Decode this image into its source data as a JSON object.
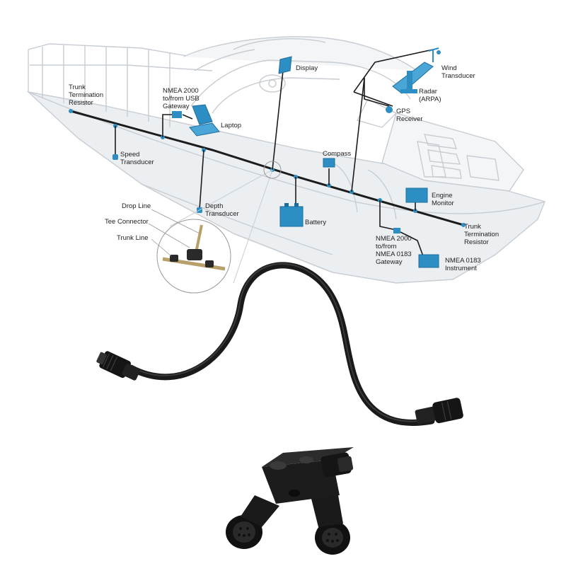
{
  "colors": {
    "trunk": "#1c1c1c",
    "device": "#2d8ec4",
    "device_dark": "#1d6d9c",
    "boat_fill": "#eceff2",
    "boat_line": "#c7cdd3",
    "cable": "#1a1a1a",
    "text": "#222222"
  },
  "labels": {
    "trunk_resistor_left": "Trunk\nTermination\nResistor",
    "usb_gateway": "NMEA 2000\nto/from USB\nGateway",
    "laptop": "Laptop",
    "display": "Display",
    "wind": "Wind\nTransducer",
    "radar": "Radar\n(ARPA)",
    "gps": "GPS\nReceiver",
    "speed": "Speed\nTransducer",
    "compass": "Compass",
    "engine": "Engine\nMonitor",
    "drop_line": "Drop Line",
    "depth": "Depth\nTransducer",
    "tee_connector": "Tee Connector",
    "battery": "Battery",
    "trunk_line": "Trunk Line",
    "trunk_resistor_right": "Trunk\nTermination\nResistor",
    "gateway_0183": "NMEA 2000\nto/from\nNMEA 0183\nGateway",
    "instrument_0183": "NMEA 0183\nInstrument"
  },
  "icons": [
    "laptop-icon",
    "display-icon",
    "radar-icon",
    "wind-transducer-icon",
    "gps-receiver-icon",
    "compass-icon",
    "battery-icon",
    "engine-monitor-icon",
    "instrument-icon",
    "drop-cable-icon",
    "tee-connector-icon"
  ]
}
